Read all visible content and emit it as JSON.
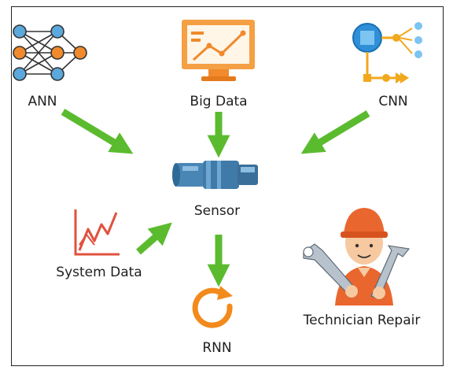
{
  "nodes": {
    "ann": {
      "label": "ANN",
      "icon": "neural-network-icon"
    },
    "big_data": {
      "label": "Big Data",
      "icon": "monitor-chart-icon"
    },
    "cnn": {
      "label": "CNN",
      "icon": "convolution-network-icon"
    },
    "sensor": {
      "label": "Sensor",
      "icon": "sensor-cylinder-icon"
    },
    "system_data": {
      "label": "System Data",
      "icon": "line-graph-icon"
    },
    "technician": {
      "label": "Technician Repair",
      "icon": "technician-with-wrenches-icon"
    },
    "rnn": {
      "label": "RNN",
      "icon": "recurrent-loop-icon"
    }
  },
  "edges": [
    {
      "from": "ANN",
      "to": "Sensor"
    },
    {
      "from": "Big Data",
      "to": "Sensor"
    },
    {
      "from": "CNN",
      "to": "Sensor"
    },
    {
      "from": "System Data",
      "to": "Sensor"
    },
    {
      "from": "Sensor",
      "to": "RNN"
    }
  ],
  "colors": {
    "arrow": "#5bbb2f",
    "ann_blue": "#5aa8dc",
    "ann_orange": "#f08a2c",
    "monitor_orange": "#f5a044",
    "cnn_blue": "#2f8fd8",
    "cnn_orange": "#f2a81c",
    "sensor_blue": "#4a86b5",
    "graph_red": "#e0513d",
    "rnn_orange": "#f28a1c",
    "tech_orange": "#e9672e"
  }
}
